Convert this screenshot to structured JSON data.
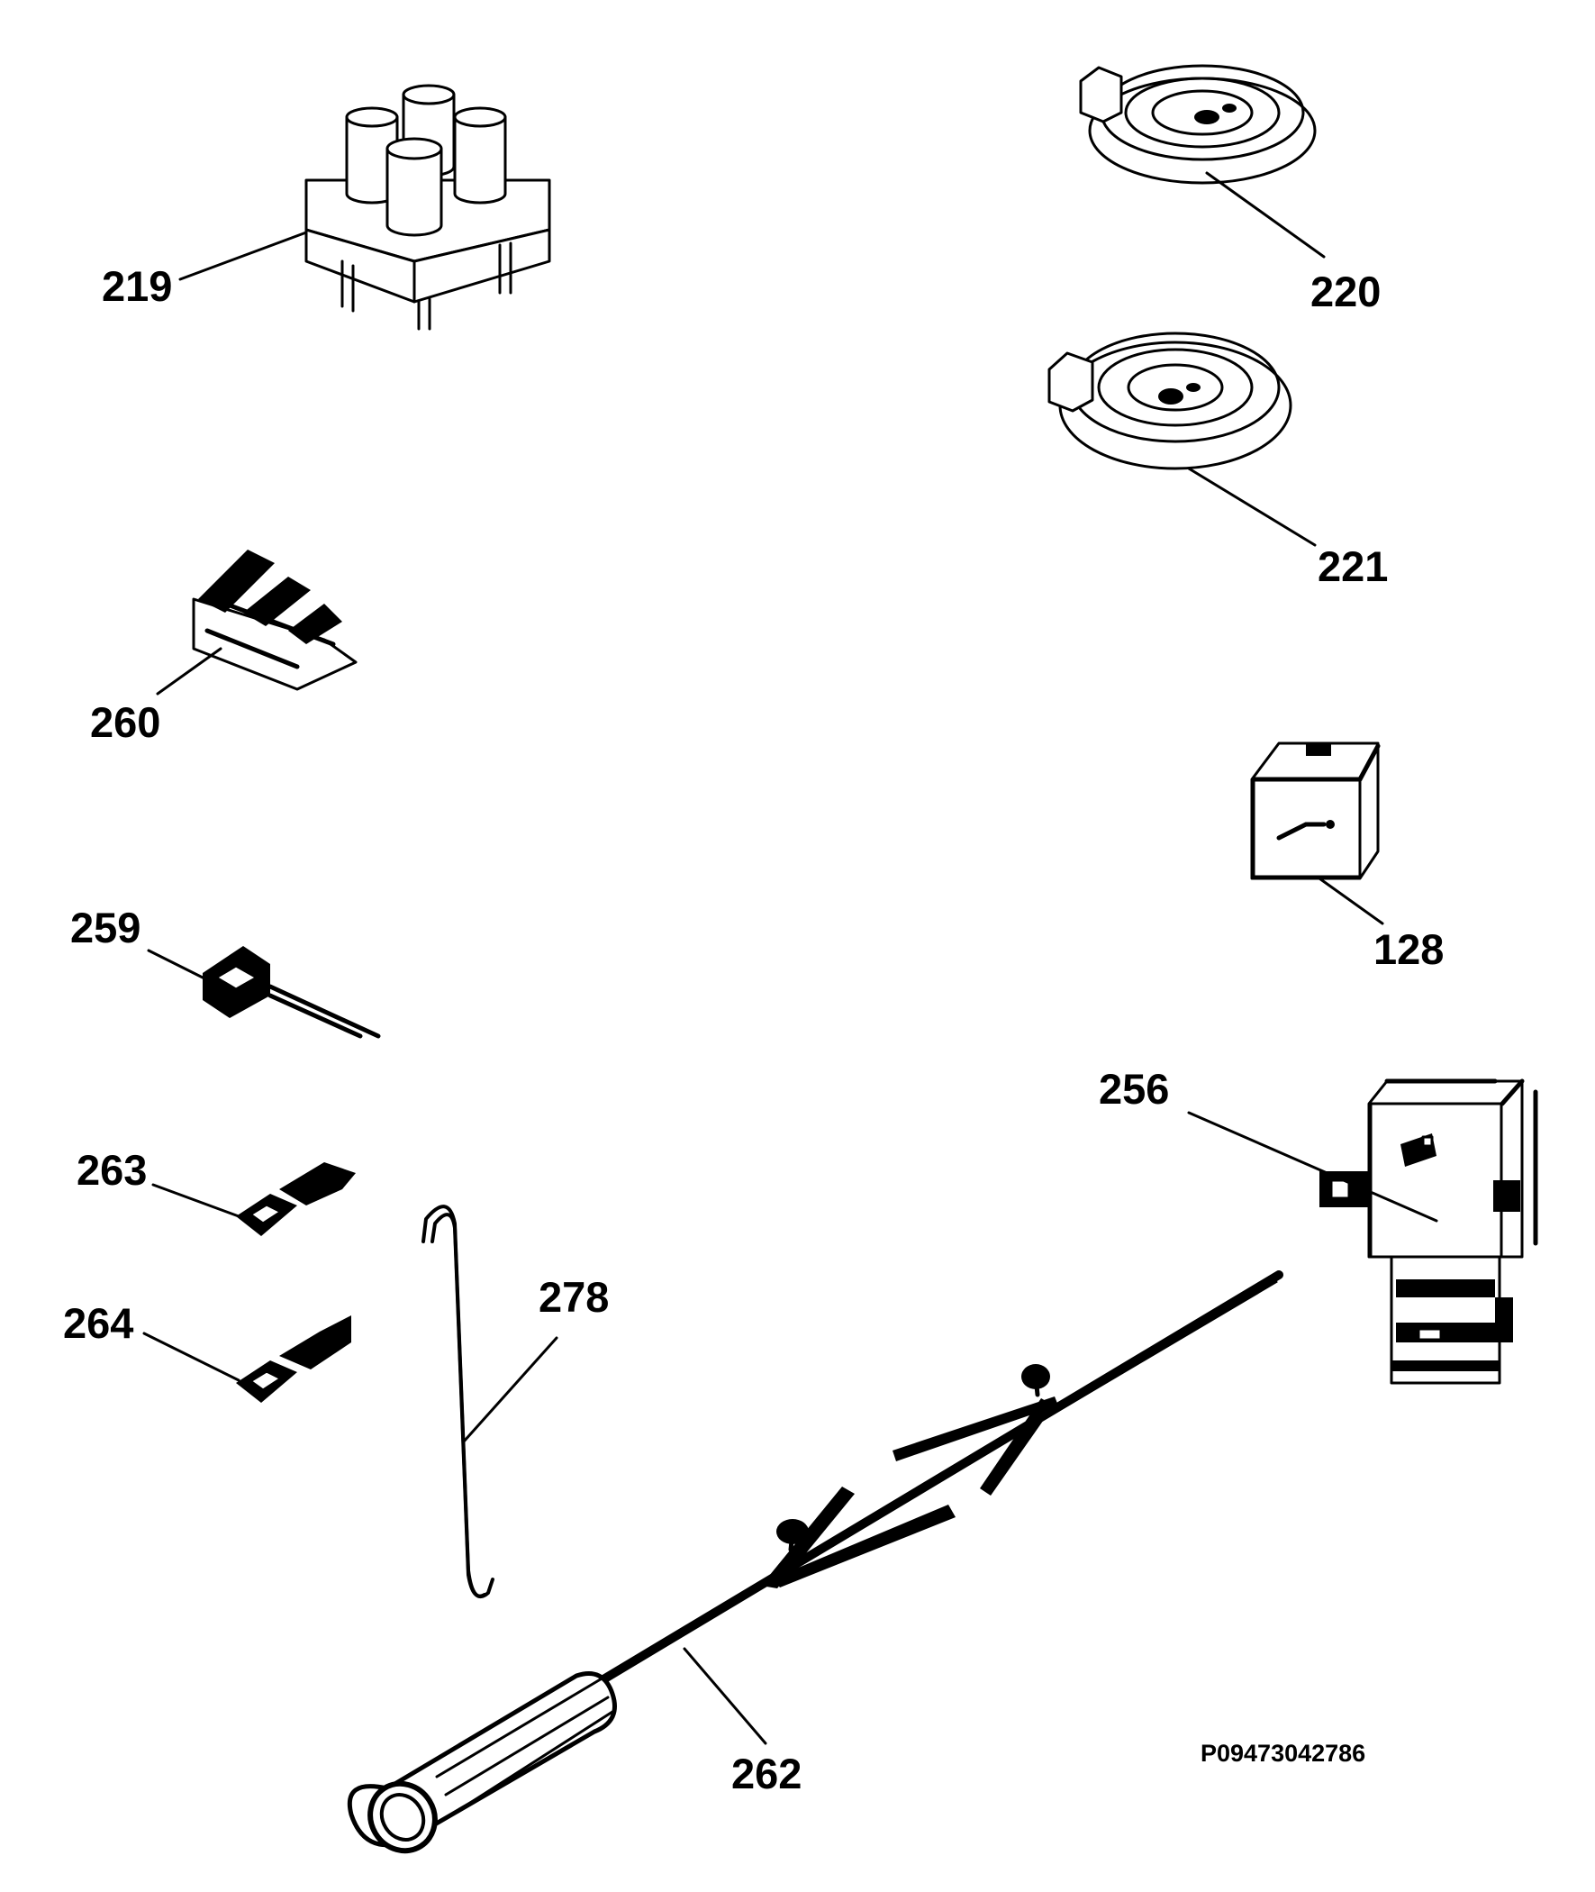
{
  "labels": {
    "p219": "219",
    "p220": "220",
    "p221": "221",
    "p260": "260",
    "p128": "128",
    "p259": "259",
    "p256": "256",
    "p263": "263",
    "p264": "264",
    "p278": "278",
    "p262": "262"
  },
  "diagram_code": "P09473042786"
}
